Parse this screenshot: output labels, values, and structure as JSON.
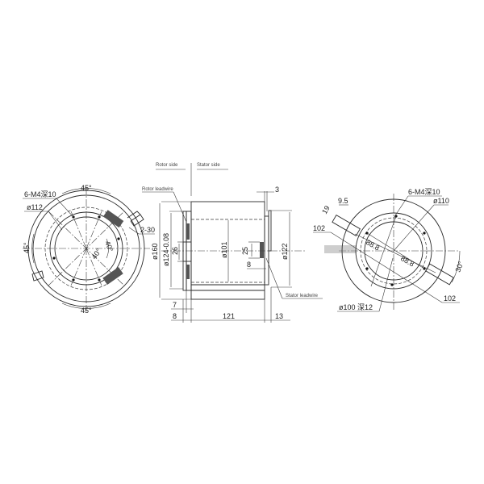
{
  "drawing": {
    "title": "Slip ring outline drawing",
    "labels": {
      "rotor_side": "Rotor side",
      "stator_side": "Stator side",
      "rotor_leadwire": "Rotor leadwire",
      "stator_leadwire": "Stator leadwire"
    },
    "left_view": {
      "hole_spec": "6-M4深10",
      "pcd": "ø112",
      "angle_top": "45°",
      "angle_bottom": "45°",
      "angle_left": "45°",
      "angle_a": "40°",
      "angle_b": "40°",
      "slot": "2-30"
    },
    "side_view": {
      "outer_dia": "ø160",
      "spigot_dia": "ø124-0.08",
      "bore_dia": "ø101",
      "stator_dia": "ø122",
      "rotor_lead_height": "26",
      "stator_lead_height": "25",
      "stator_lead_offset": "8",
      "flange_gap": "7",
      "rotor_flange": "8",
      "body_length": "121",
      "stator_flange": "13",
      "stator_step": "3"
    },
    "right_view": {
      "hole_spec": "6-M4深10",
      "pcd": "ø110",
      "slot_width": "9.5",
      "slot_height": "19",
      "tab_dim_top": "102",
      "tab_dim_bottom": "102",
      "chord_a": "88.8",
      "chord_b": "88.8",
      "angle": "30°",
      "spigot": "ø100 深12"
    }
  }
}
